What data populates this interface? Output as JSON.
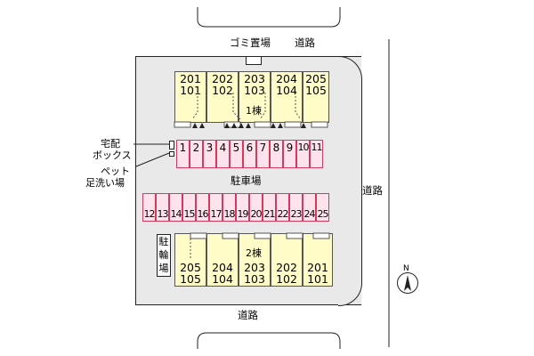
{
  "labels": {
    "gomi": "ゴミ置場",
    "road_top": "道路",
    "road_right": "道路",
    "road_bottom": "道路",
    "parking": "駐車場",
    "takuhai": "宅配",
    "box": "ボックス",
    "pet": "ペット",
    "footwash": "足洗い場",
    "bicycle": [
      "駐",
      "輪",
      "場"
    ],
    "north": "N"
  },
  "building1": {
    "label": "1棟",
    "units": [
      {
        "upper": "201",
        "lower": "101"
      },
      {
        "upper": "202",
        "lower": "102"
      },
      {
        "upper": "203",
        "lower": "103"
      },
      {
        "upper": "204",
        "lower": "104"
      },
      {
        "upper": "205",
        "lower": "105"
      }
    ]
  },
  "building2": {
    "label": "2棟",
    "units": [
      {
        "upper": "205",
        "lower": "105"
      },
      {
        "upper": "204",
        "lower": "104"
      },
      {
        "upper": "203",
        "lower": "103"
      },
      {
        "upper": "202",
        "lower": "102"
      },
      {
        "upper": "201",
        "lower": "101"
      }
    ]
  },
  "parking_top": [
    "1",
    "2",
    "3",
    "4",
    "5",
    "6",
    "7",
    "8",
    "9",
    "10",
    "11"
  ],
  "parking_bottom": [
    "12",
    "13",
    "14",
    "15",
    "16",
    "17",
    "18",
    "19",
    "20",
    "21",
    "22",
    "23",
    "24",
    "25"
  ]
}
